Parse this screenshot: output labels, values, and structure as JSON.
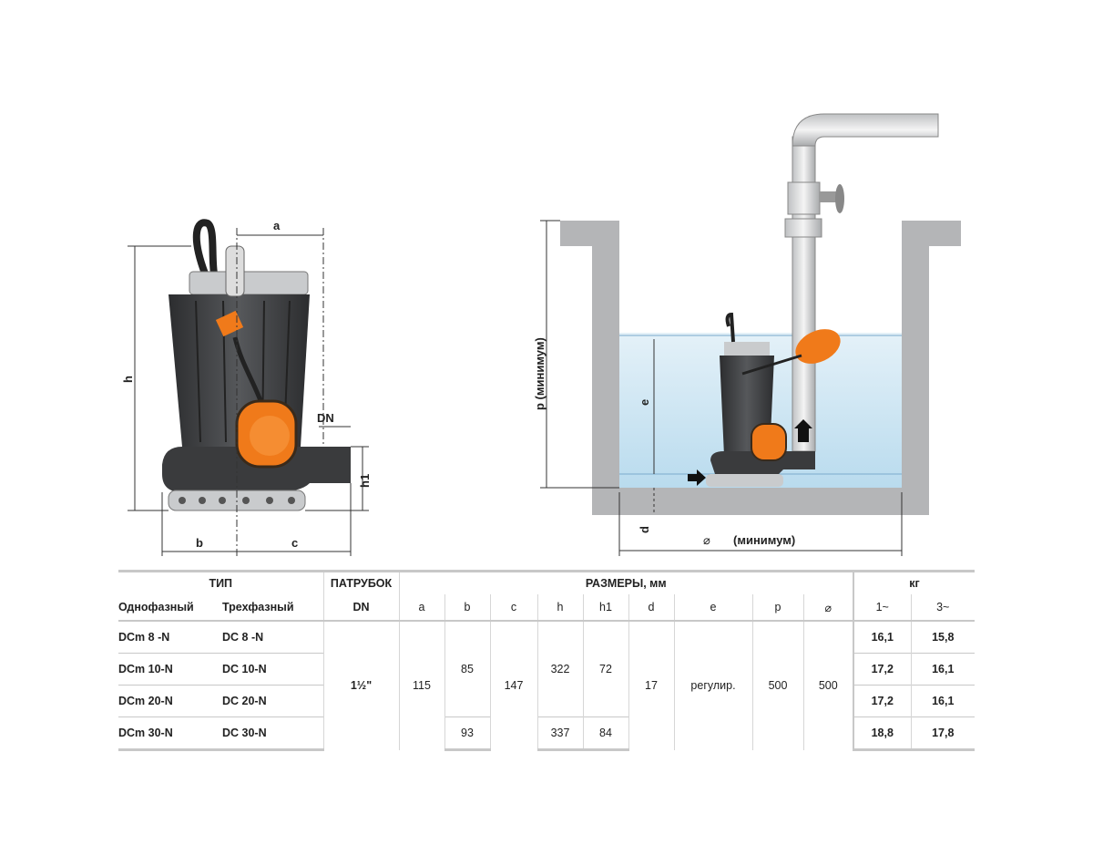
{
  "diagram_left": {
    "label_a": "a",
    "label_h": "h",
    "label_dn": "DN",
    "label_h1": "h1",
    "label_b": "b",
    "label_c": "c"
  },
  "diagram_right": {
    "label_p": "p (минимум)",
    "label_e": "e",
    "label_d": "d",
    "label_diam": "⌀",
    "label_min": "(минимум)"
  },
  "colors": {
    "orange": "#f07a1a",
    "body": "#3c3d3f",
    "water": "#cfe6f3",
    "wall": "#b4b5b7"
  },
  "table": {
    "type_header": "ТИП",
    "outlet_header": "ПАТРУБОК",
    "dims_header": "РАЗМЕРЫ, мм",
    "weight_header": "кг",
    "single_phase": "Однофазный",
    "three_phase": "Трехфазный",
    "dn": "DN",
    "cols": [
      "a",
      "b",
      "c",
      "h",
      "h1",
      "d",
      "e",
      "p",
      "⌀",
      "1~",
      "3~"
    ],
    "rows": [
      {
        "single": "DCm 8  -N",
        "three": "DC 8  -N",
        "w1": "16,1",
        "w3": "15,8"
      },
      {
        "single": "DCm 10-N",
        "three": "DC 10-N",
        "w1": "17,2",
        "w3": "16,1"
      },
      {
        "single": "DCm 20-N",
        "three": "DC 20-N",
        "w1": "17,2",
        "w3": "16,1"
      },
      {
        "single": "DCm 30-N",
        "three": "DC 30-N",
        "w1": "18,8",
        "w3": "17,8"
      }
    ],
    "shared": {
      "dn": "1½\"",
      "a": "115",
      "b_1": "85",
      "b_2": "93",
      "c": "147",
      "h_1": "322",
      "h_2": "337",
      "h1_1": "72",
      "h1_2": "84",
      "d": "17",
      "e": "регулир.",
      "p": "500",
      "diam": "500"
    }
  }
}
